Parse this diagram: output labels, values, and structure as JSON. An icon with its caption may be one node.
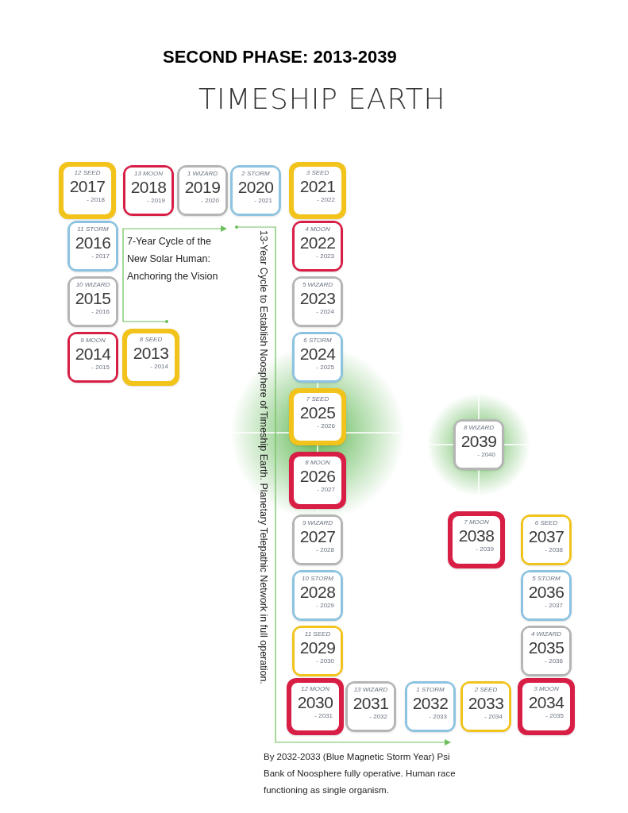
{
  "diagram": {
    "title": "SECOND PHASE: 2013-2039",
    "nodes": [
      {
        "text": [
          "8 SEED",
          "2013",
          "- 2014"
        ]
      },
      {
        "text": [
          "9 MOON",
          "2014",
          "- 2015"
        ]
      },
      {
        "text": [
          "10 WIZARD",
          "2015",
          "- 2016"
        ]
      },
      {
        "text": [
          "11 STORM",
          "2016",
          "- 2017"
        ]
      },
      {
        "text": [
          "12 SEED",
          "2017",
          "- 2018"
        ]
      },
      {
        "text": [
          "13 MOON",
          "2018",
          "- 2019"
        ]
      },
      {
        "text": [
          "1 WIZARD",
          "2019",
          "- 2020"
        ]
      },
      {
        "text": [
          "2 STORM",
          "2020",
          "- 2021"
        ]
      },
      {
        "text": [
          "3 SEED",
          "2021",
          "- 2022"
        ]
      },
      {
        "text": [
          "4 MOON",
          "2022",
          "- 2023"
        ]
      },
      {
        "text": [
          "5 WIZARD",
          "2023",
          "- 2024"
        ]
      },
      {
        "text": [
          "6 STORM",
          "2024",
          "- 2025"
        ]
      },
      {
        "text": [
          "7 SEED",
          "2025",
          "- 2026"
        ]
      },
      {
        "text": [
          "8 MOON",
          "2026",
          "- 2027"
        ]
      },
      {
        "text": [
          "9 WIZARD",
          "2027",
          "- 2028"
        ]
      },
      {
        "text": [
          "10 STORM",
          "2028",
          "- 2029"
        ]
      },
      {
        "text": [
          "11 SEED",
          "2029",
          "- 2030"
        ]
      },
      {
        "text": [
          "12 MOON",
          "2030",
          "- 2031"
        ]
      },
      {
        "text": [
          "13 WIZARD",
          "2031",
          "- 2032"
        ]
      },
      {
        "text": [
          "1 STORM",
          "2032",
          "- 2033"
        ]
      },
      {
        "text": [
          "2 SEED",
          "2033",
          "- 2034"
        ]
      },
      {
        "text": [
          "3 MOON",
          "2034",
          "- 2035"
        ]
      },
      {
        "text": [
          "4 WIZARD",
          "2035",
          "- 2036"
        ]
      },
      {
        "text": [
          "5 STORM",
          "2036",
          "- 2037"
        ]
      },
      {
        "text": [
          "6 SEED",
          "2037",
          "- 2038"
        ]
      },
      {
        "text": [
          "7 MOON",
          "2038",
          "- 2039"
        ]
      },
      {
        "text": [
          "8 WIZARD",
          "2039",
          "- 2040"
        ]
      }
    ],
    "labels": [
      "TIMESHIP EARTH",
      "7-Year Cycle of the New Solar Human: Anchoring the Vision",
      "13-Year Cycle to Establish Noosphere of Timeship Earth. Planetary Telepathic Network in full operation.",
      "By 2032-2033 (Blue Magnetic Storm Year) Psi Bank of Noosphere fully operative. Human race functioning as single organism."
    ]
  }
}
